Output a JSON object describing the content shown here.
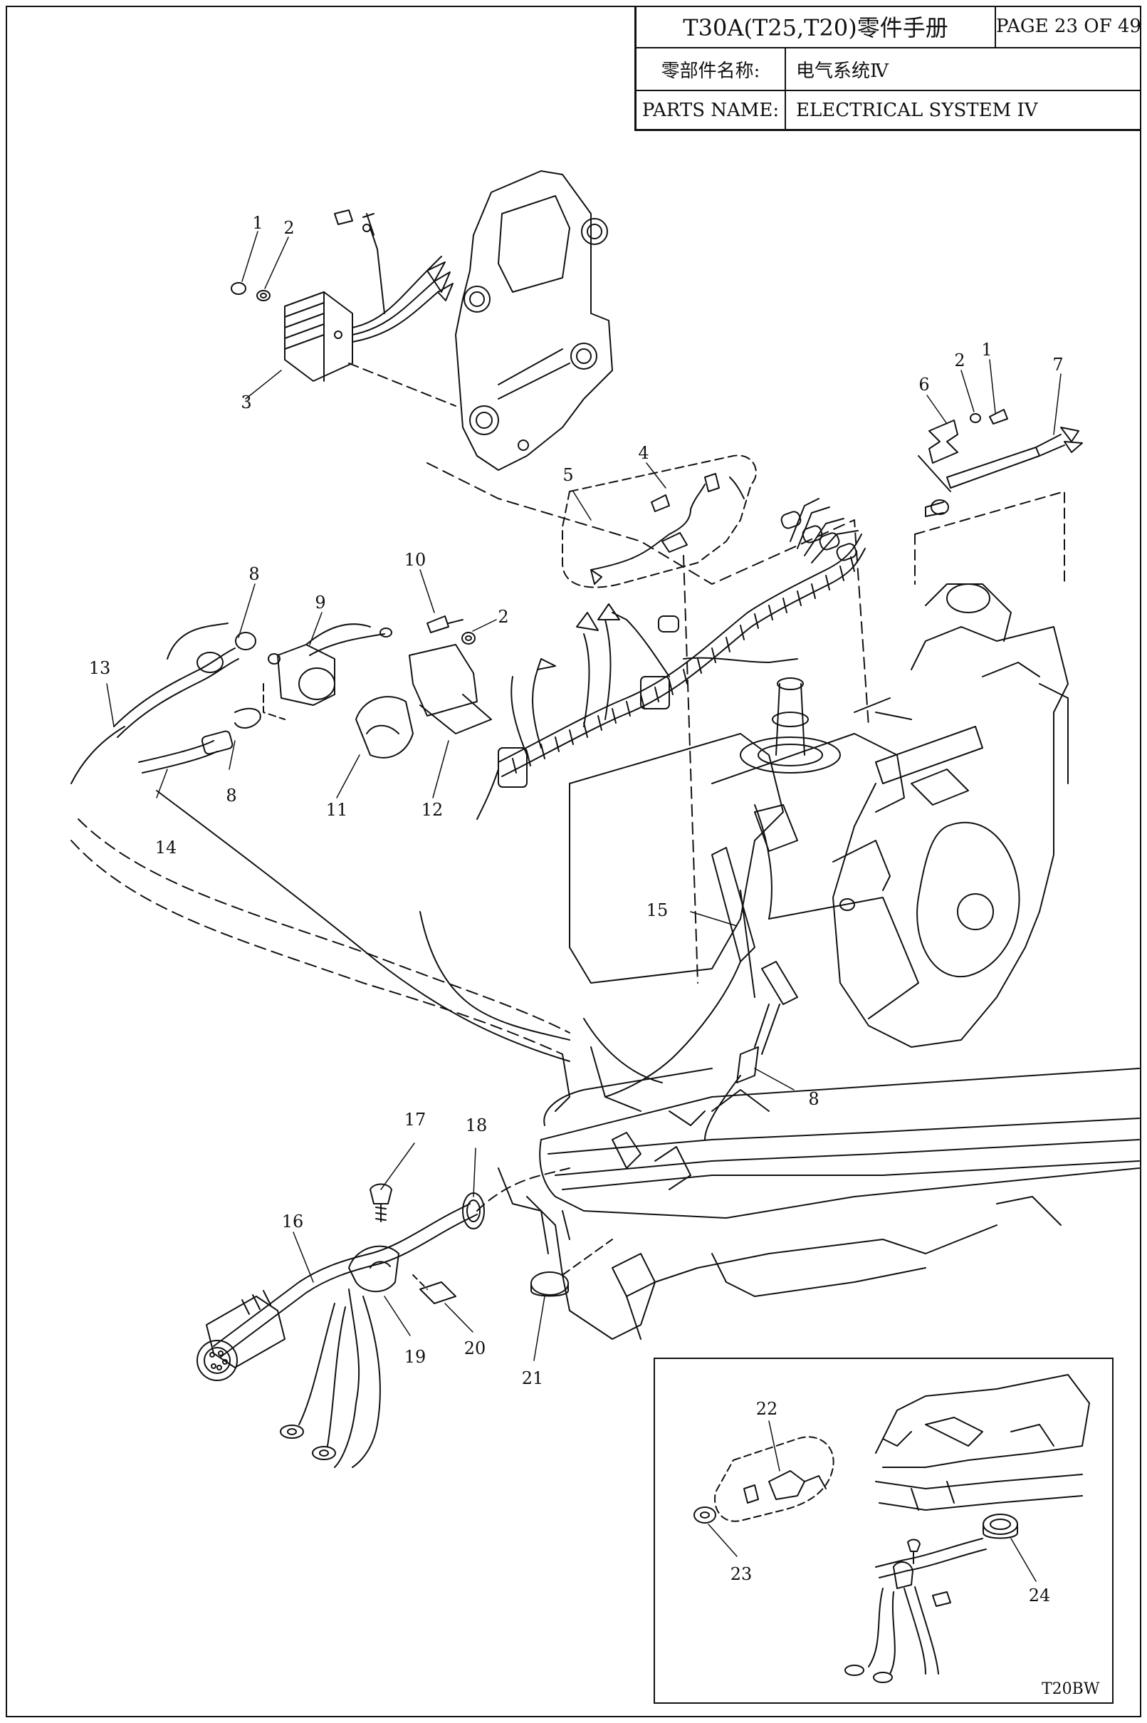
{
  "title_block": {
    "manual_title": "T30A(T25,T20)零件手册",
    "page": "PAGE 23 OF 49",
    "part_name_label_cn": "零部件名称:",
    "part_name_value_cn": "电气系统Ⅳ",
    "part_name_label_en": "PARTS NAME:",
    "part_name_value_en": "ELECTRICAL SYSTEM IV"
  },
  "callouts": [
    {
      "id": "c1a",
      "text": "1"
    },
    {
      "id": "c2a",
      "text": "2"
    },
    {
      "id": "c3",
      "text": "3"
    },
    {
      "id": "c6",
      "text": "6"
    },
    {
      "id": "c2b",
      "text": "2"
    },
    {
      "id": "c1b",
      "text": "1"
    },
    {
      "id": "c7",
      "text": "7"
    },
    {
      "id": "c4",
      "text": "4"
    },
    {
      "id": "c5",
      "text": "5"
    },
    {
      "id": "c8a",
      "text": "8"
    },
    {
      "id": "c9",
      "text": "9"
    },
    {
      "id": "c10",
      "text": "10"
    },
    {
      "id": "c2c",
      "text": "2"
    },
    {
      "id": "c13",
      "text": "13"
    },
    {
      "id": "c8b",
      "text": "8"
    },
    {
      "id": "c14",
      "text": "14"
    },
    {
      "id": "c11",
      "text": "11"
    },
    {
      "id": "c12",
      "text": "12"
    },
    {
      "id": "c15",
      "text": "15"
    },
    {
      "id": "c8c",
      "text": "8"
    },
    {
      "id": "c17",
      "text": "17"
    },
    {
      "id": "c18",
      "text": "18"
    },
    {
      "id": "c16",
      "text": "16"
    },
    {
      "id": "c19",
      "text": "19"
    },
    {
      "id": "c20",
      "text": "20"
    },
    {
      "id": "c21",
      "text": "21"
    },
    {
      "id": "c22",
      "text": "22"
    },
    {
      "id": "c23",
      "text": "23"
    },
    {
      "id": "c24",
      "text": "24"
    }
  ],
  "drawing_code": "T20BW"
}
